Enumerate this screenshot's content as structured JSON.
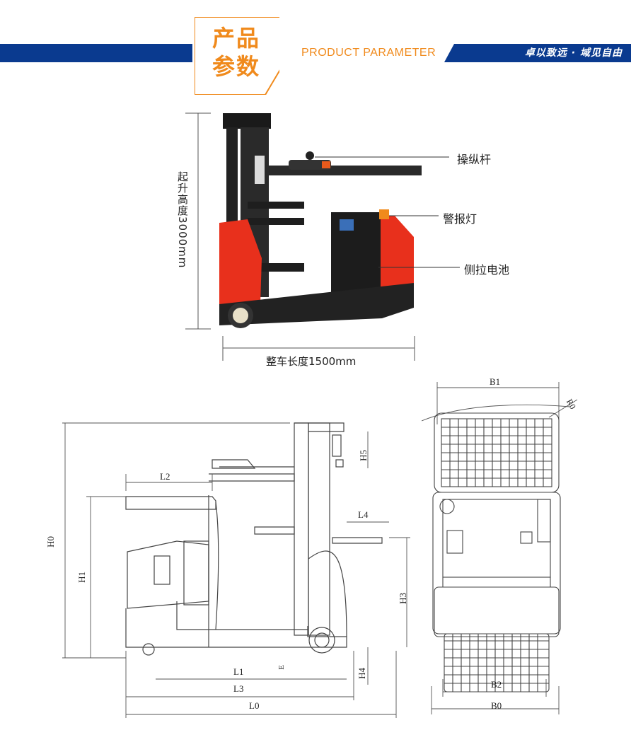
{
  "header": {
    "title_cn_line1": "产品",
    "title_cn_line2": "参数",
    "title_en": "PRODUCT PARAMETER",
    "slogan": "卓以致远 · 域见自由"
  },
  "product_photo": {
    "callouts": {
      "joystick": "操纵杆",
      "warning_light": "警报灯",
      "side_battery": "侧拉电池"
    },
    "lift_height_label": "起升高度3000mm",
    "length_label": "整车长度1500mm"
  },
  "side_drawing": {
    "labels": {
      "h0": "H0",
      "h1": "H1",
      "h3": "H3",
      "h4": "H4",
      "h5": "H5",
      "l0": "L0",
      "l1": "L1",
      "l2": "L2",
      "l3": "L3",
      "l4": "L4",
      "e": "E"
    }
  },
  "top_drawing": {
    "labels": {
      "b0": "B0",
      "b1": "B1",
      "b2": "B2",
      "r0": "R0"
    }
  },
  "colors": {
    "brand_blue": "#0a3a8f",
    "accent_orange": "#f08a1c",
    "truck_red": "#e8301c"
  }
}
